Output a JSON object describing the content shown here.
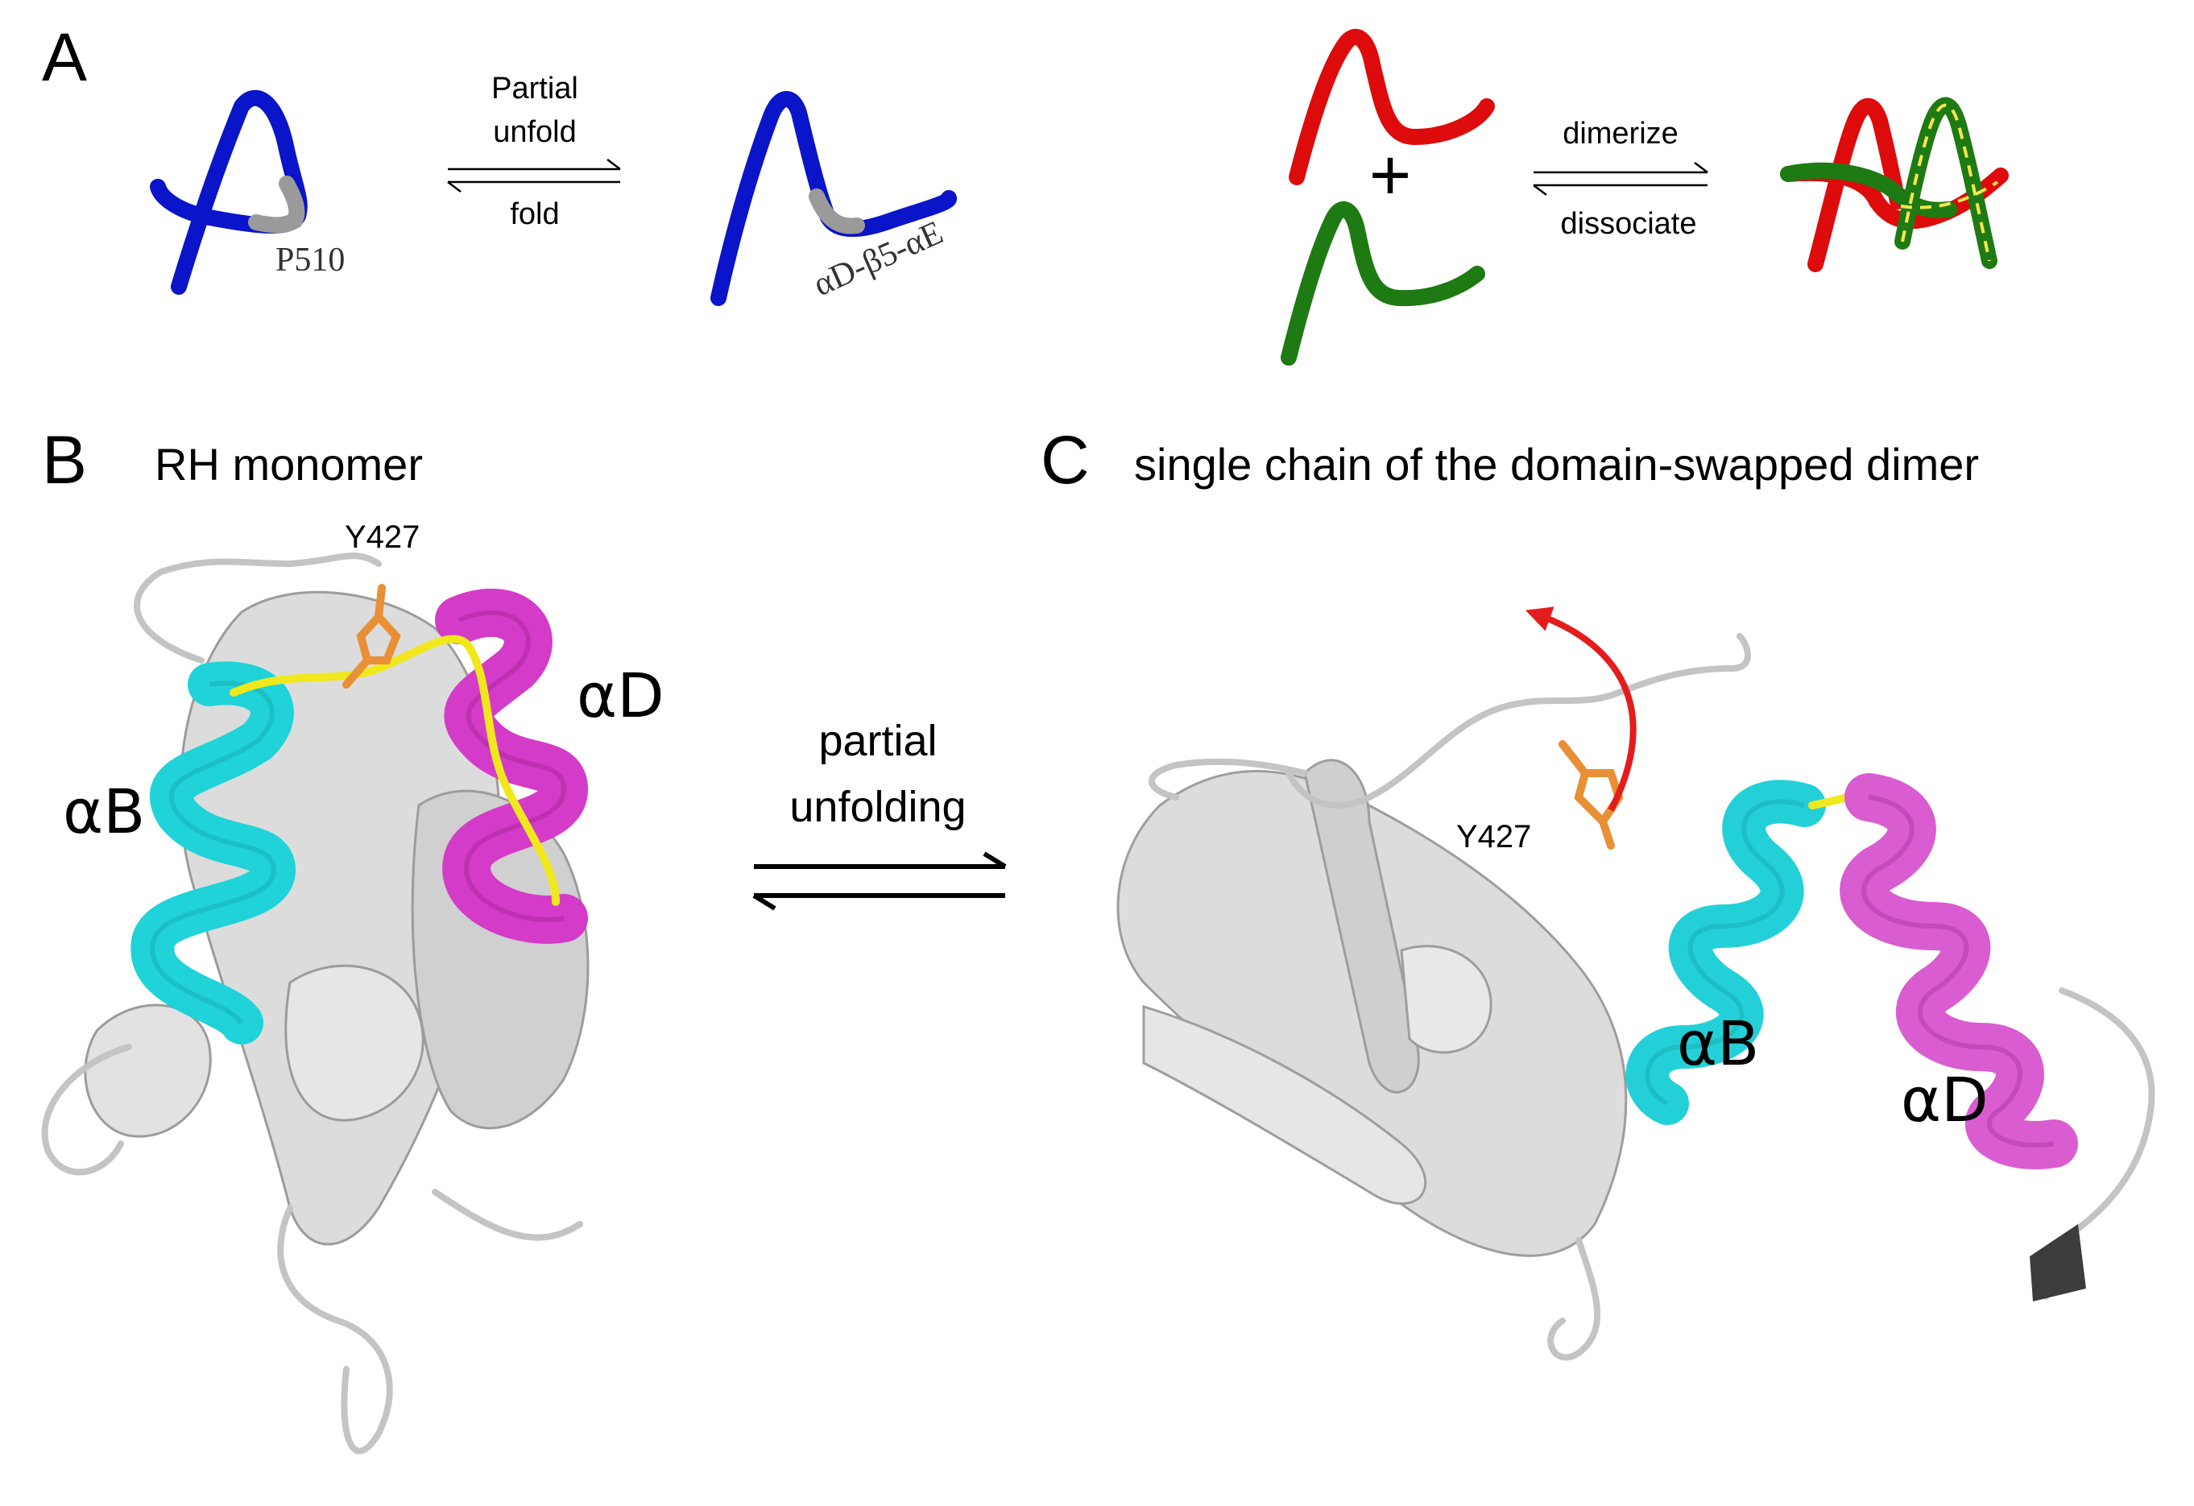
{
  "panel_a": {
    "letter": "A",
    "monomer_residue_label": "P510",
    "unfolded_segment_label": "αD-β5-αE",
    "forward_label_line1": "Partial",
    "forward_label_line2": "unfold",
    "reverse_label": "fold",
    "plus_sign": "+",
    "dimerize_label": "dimerize",
    "dissociate_label": "dissociate",
    "colors": {
      "monomer": "#0a14c8",
      "chain1": "#dd0b0b",
      "chain2": "#1e7a12",
      "hinge": "#9a9a9a",
      "dash": "#f5e64a"
    }
  },
  "panel_b": {
    "letter": "B",
    "title": "RH monomer",
    "residue_label": "Y427",
    "helix_b_label": "αB",
    "helix_d_label": "αD",
    "colors": {
      "helix_b": "#1fd3d8",
      "helix_d": "#d43bc8",
      "loop": "#f0e81c",
      "residue": "#e98f36",
      "body": "#d6d6d6"
    }
  },
  "center_arrow": {
    "line1": "partial",
    "line2": "unfolding"
  },
  "panel_c": {
    "letter": "C",
    "title": "single chain of the domain-swapped dimer",
    "residue_label": "Y427",
    "helix_b_label": "αB",
    "helix_d_label": "αD",
    "colors": {
      "helix_b": "#24d0d8",
      "helix_d": "#d95cd0",
      "arrow": "#e41c1c",
      "strand_dark": "#3c3c3c"
    }
  }
}
